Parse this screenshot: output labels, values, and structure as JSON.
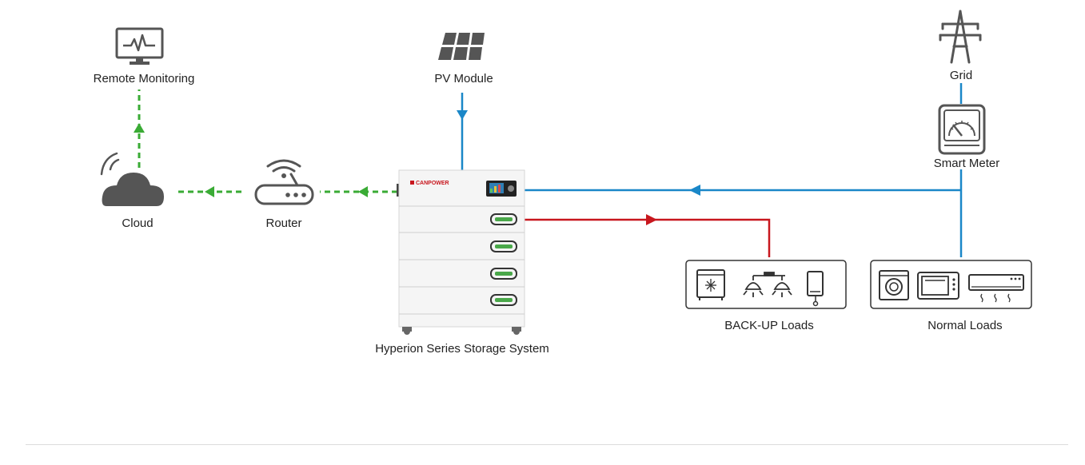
{
  "nodes": {
    "remote_monitoring": "Remote Monitoring",
    "pv_module": "PV Module",
    "grid": "Grid",
    "smart_meter": "Smart Meter",
    "cloud": "Cloud",
    "router": "Router",
    "storage": "Hyperion Series Storage System",
    "backup_loads": "BACK-UP Loads",
    "normal_loads": "Normal Loads"
  },
  "brand": "CANPOWER",
  "colors": {
    "data_link": "#3aab35",
    "grid_power": "#1a87c8",
    "backup_power": "#c8171e",
    "icon": "#555555",
    "outline": "#333333"
  }
}
